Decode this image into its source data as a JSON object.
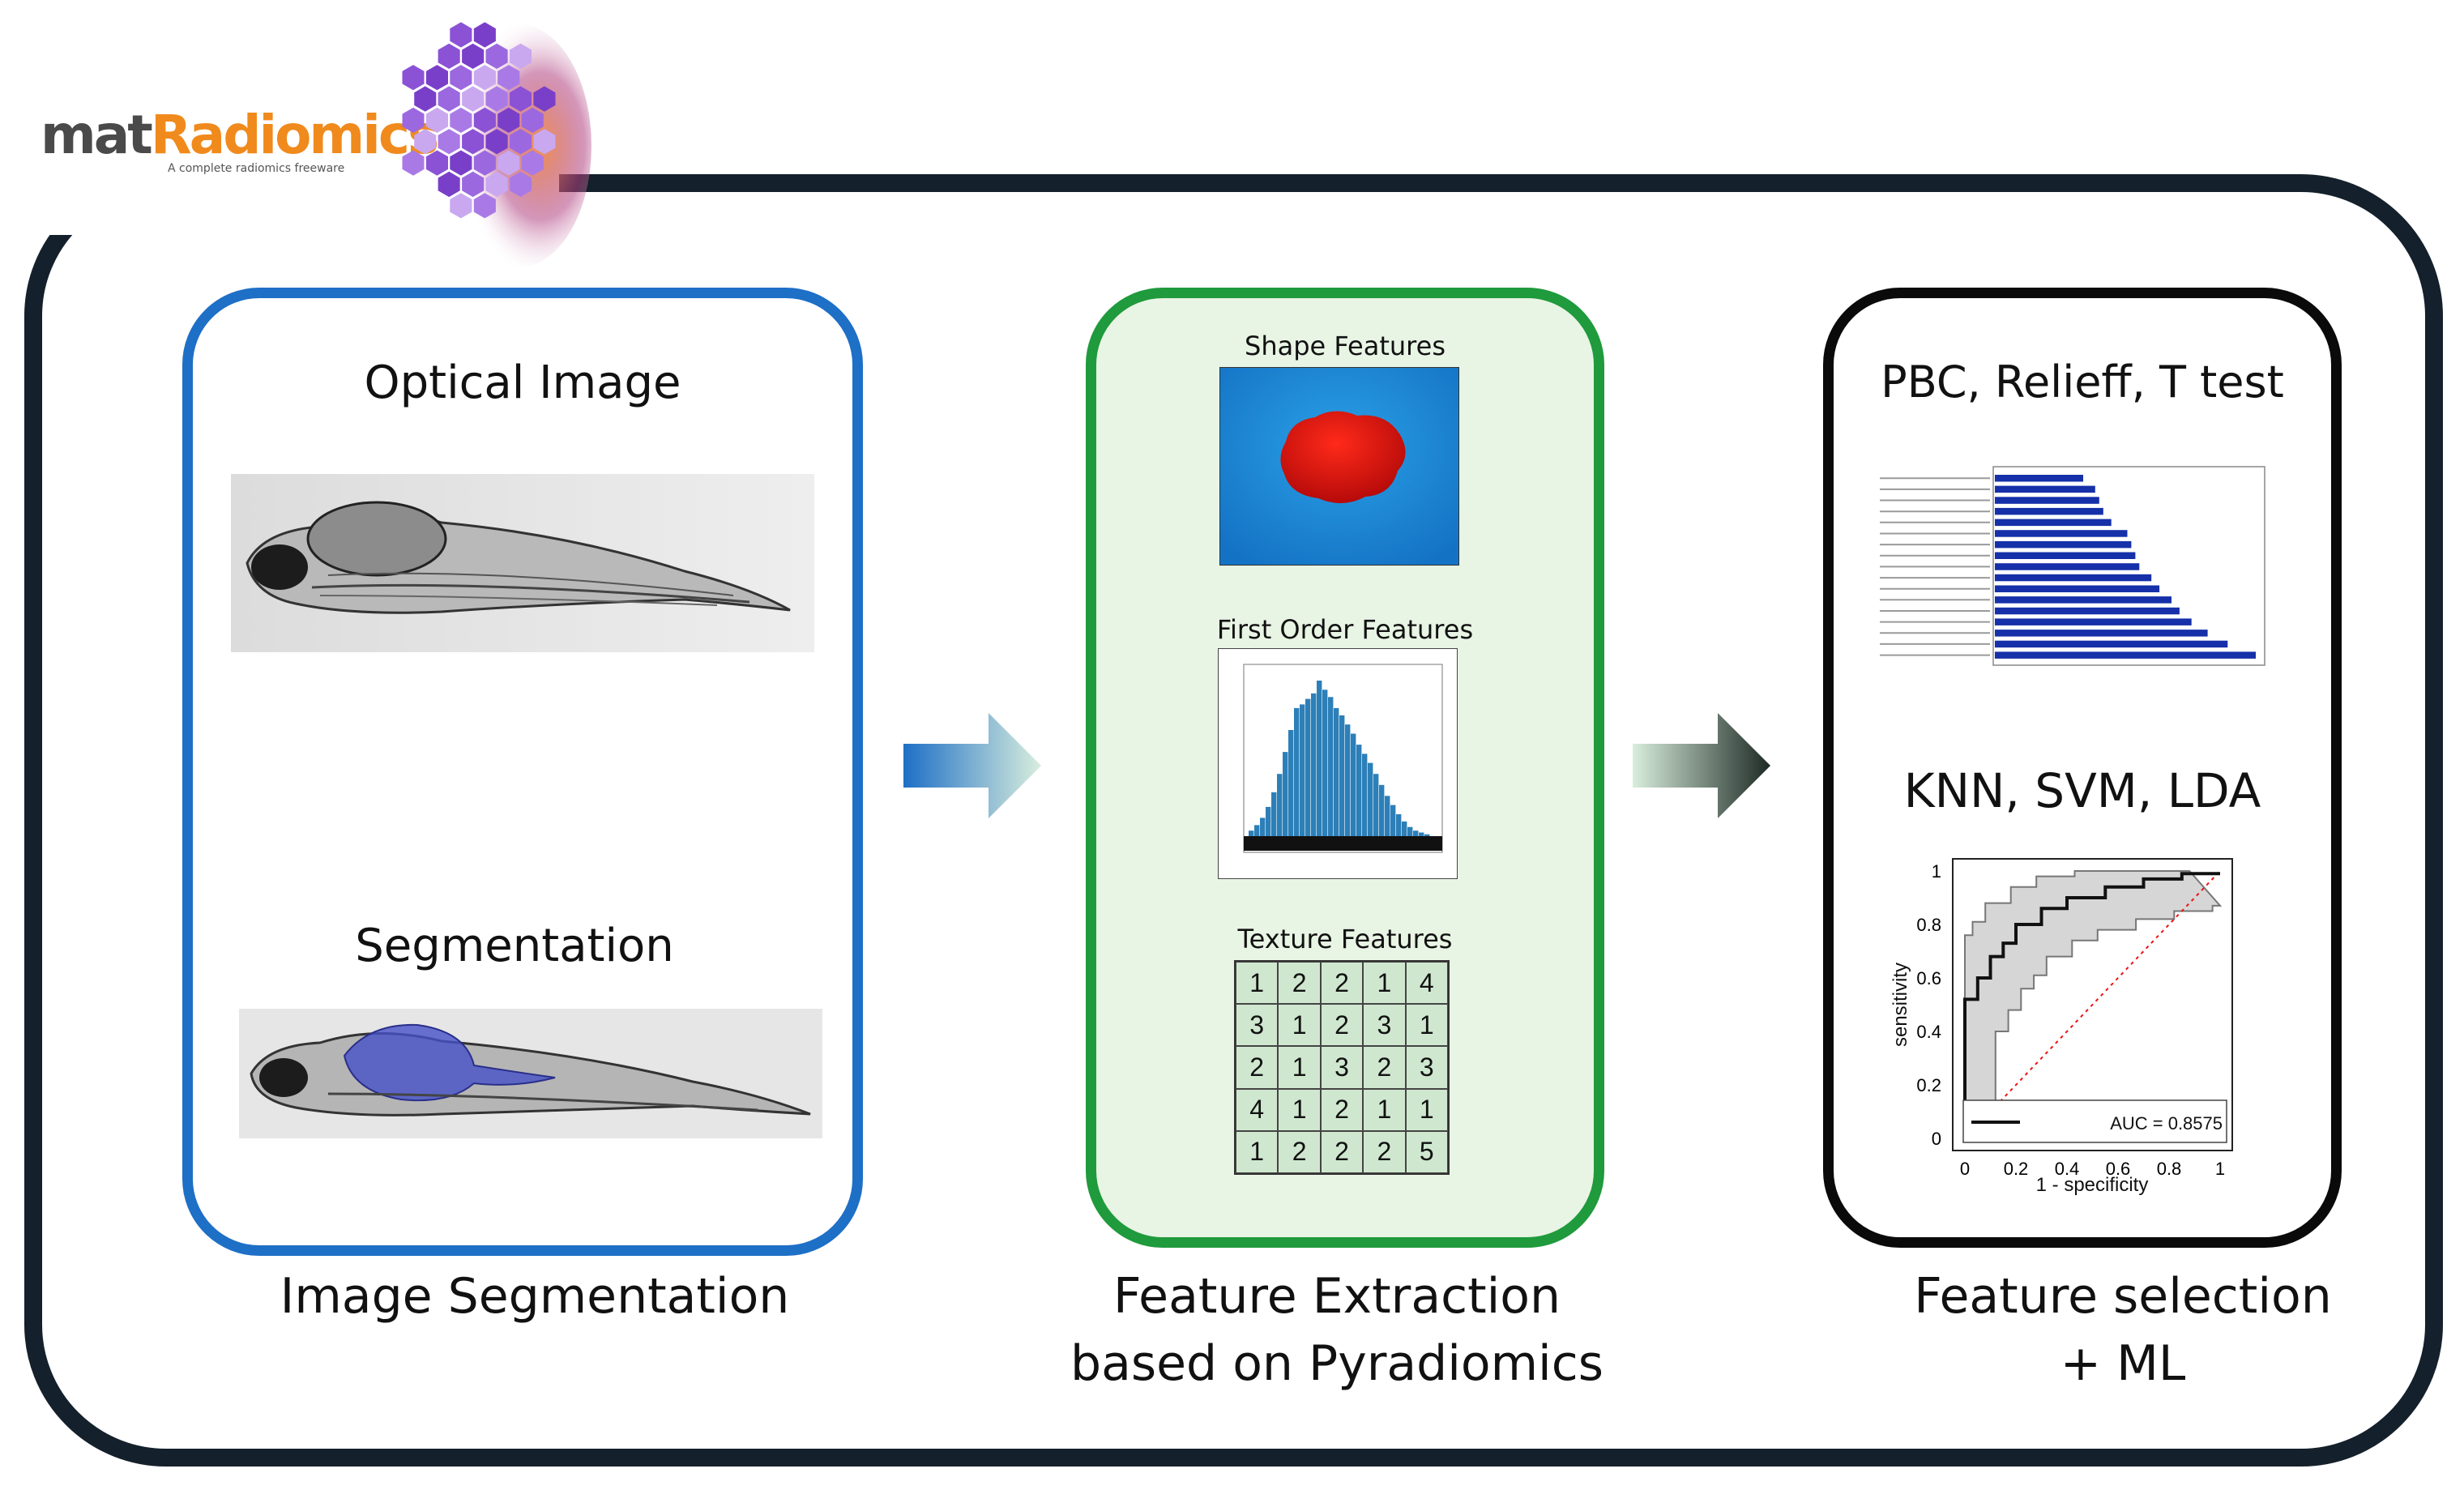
{
  "logo": {
    "word_part1": "mat",
    "word_part2": "Radiomics",
    "tagline": "A complete radiomics freeware",
    "accent_color": "#f08a1c"
  },
  "segmentation_stage": {
    "optical_title": "Optical Image",
    "segmentation_title": "Segmentation",
    "caption": "Image Segmentation",
    "border_color": "#1e6fc6"
  },
  "extraction_stage": {
    "shape_title": "Shape Features",
    "first_order_title": "First Order Features",
    "texture_title": "Texture Features",
    "texture_matrix": [
      [
        "1",
        "2",
        "2",
        "1",
        "4"
      ],
      [
        "3",
        "1",
        "2",
        "3",
        "1"
      ],
      [
        "2",
        "1",
        "3",
        "2",
        "3"
      ],
      [
        "4",
        "1",
        "2",
        "1",
        "1"
      ],
      [
        "1",
        "2",
        "2",
        "2",
        "5"
      ]
    ],
    "caption_line1": "Feature Extraction",
    "caption_line2": "based on Pyradiomics",
    "border_color": "#1f9a3c"
  },
  "ml_stage": {
    "selection_title": "PBC, Relieff, T test",
    "classifier_title": "KNN, SVM, LDA",
    "caption_line1": "Feature selection",
    "caption_line2": "+ ML",
    "border_color": "#0a0a0a"
  },
  "roc_chart": {
    "type": "line",
    "xlabel": "1 - specificity",
    "ylabel": "sensitivity",
    "xticks": [
      "0",
      "0.2",
      "0.4",
      "0.6",
      "0.8",
      "1"
    ],
    "yticks": [
      "0",
      "0.2",
      "0.4",
      "0.6",
      "0.8",
      "1"
    ],
    "xlim": [
      0,
      1
    ],
    "ylim": [
      0,
      1
    ],
    "auc_label": "AUC = 0.8575",
    "series": [
      {
        "values": [
          [
            0,
            0
          ],
          [
            0,
            0.52
          ],
          [
            0.05,
            0.52
          ],
          [
            0.05,
            0.6
          ],
          [
            0.1,
            0.6
          ],
          [
            0.1,
            0.68
          ],
          [
            0.15,
            0.68
          ],
          [
            0.15,
            0.73
          ],
          [
            0.2,
            0.73
          ],
          [
            0.2,
            0.8
          ],
          [
            0.3,
            0.8
          ],
          [
            0.3,
            0.86
          ],
          [
            0.4,
            0.86
          ],
          [
            0.4,
            0.9
          ],
          [
            0.55,
            0.9
          ],
          [
            0.55,
            0.94
          ],
          [
            0.7,
            0.94
          ],
          [
            0.7,
            0.97
          ],
          [
            0.85,
            0.97
          ],
          [
            0.85,
            0.99
          ],
          [
            1,
            0.99
          ]
        ]
      }
    ]
  },
  "selection_bar_chart": {
    "type": "bar",
    "values": [
      22,
      25,
      26,
      27,
      29,
      33,
      34,
      35,
      36,
      39,
      41,
      44,
      46,
      49,
      53,
      58,
      65
    ]
  },
  "histogram_chart": {
    "type": "bar",
    "values": [
      3,
      6,
      10,
      16,
      24,
      34,
      46,
      58,
      70,
      72,
      75,
      78,
      85,
      80,
      76,
      70,
      66,
      61,
      56,
      50,
      45,
      40,
      34,
      28,
      22,
      17,
      12,
      8,
      5,
      3,
      2,
      1
    ]
  }
}
